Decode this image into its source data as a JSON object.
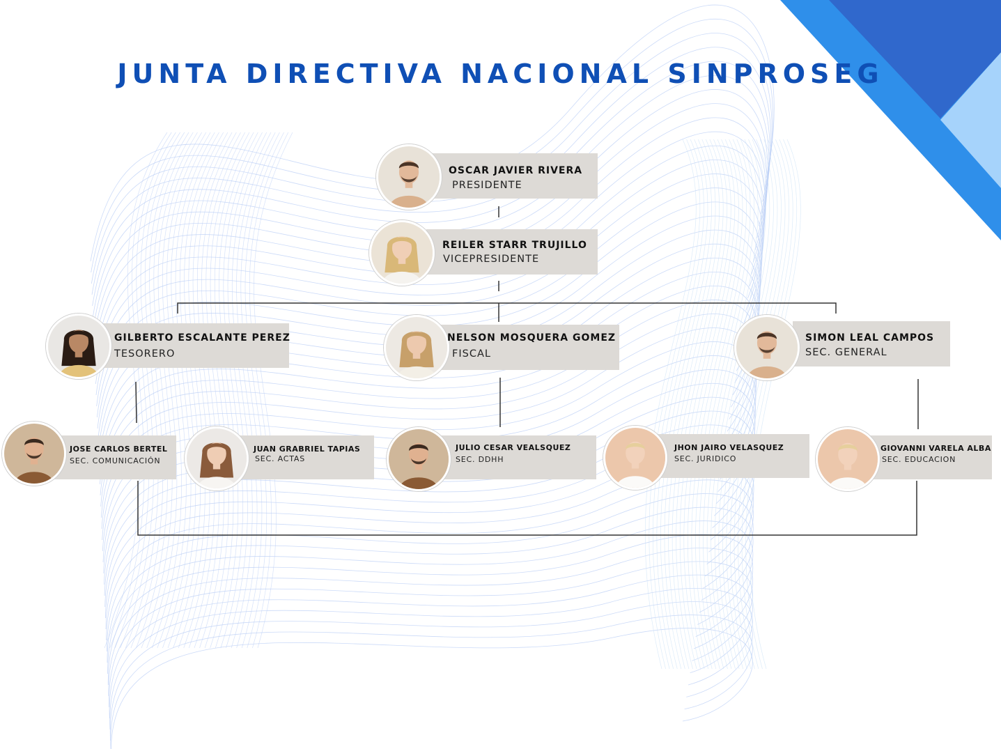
{
  "title": "JUNTA DIRECTIVA NACIONAL SINPROSEG",
  "colors": {
    "title": "#0f4fb5",
    "card_bg": "#dddad6",
    "connector": "#333333",
    "accent_dark": "#3068cc",
    "accent_mid": "#2f8fea",
    "accent_light": "#a6d3fb",
    "wave": "#b9cdf5"
  },
  "members": [
    {
      "id": "oscar",
      "name": "OSCAR JAVIER RIVERA",
      "role": "PRESIDENTE",
      "photo": "man-beard-icon"
    },
    {
      "id": "reiler",
      "name": "REILER STARR TRUJILLO",
      "role": "VICEPRESIDENTE",
      "photo": "woman-blonde-icon"
    },
    {
      "id": "gilberto",
      "name": "GILBERTO ESCALANTE PEREZ",
      "role": "TESORERO",
      "photo": "woman-dark-hair-icon"
    },
    {
      "id": "nelson",
      "name": "NELSON MOSQUERA GOMEZ",
      "role": "FISCAL",
      "photo": "woman-curly-icon"
    },
    {
      "id": "simon",
      "name": "SIMON LEAL CAMPOS",
      "role": "SEC. GENERAL",
      "photo": "man-beard-icon"
    },
    {
      "id": "jose",
      "name": "JOSE CARLOS BERTEL",
      "role": "SEC. COMUNICACIÓN",
      "photo": "man-smiling-icon"
    },
    {
      "id": "juan",
      "name": "JUAN GRABRIEL TAPIAS",
      "role": "SEC. ACTAS",
      "photo": "woman-long-hair-icon"
    },
    {
      "id": "julio",
      "name": "JULIO CESAR VEALSQUEZ",
      "role": "SEC. DDHH",
      "photo": "man-smiling-icon"
    },
    {
      "id": "jhon",
      "name": "JHON JAIRO VELASQUEZ",
      "role": "SEC. JURIDICO",
      "photo": "woman-blonde-bun-icon"
    },
    {
      "id": "giovanni",
      "name": "GIOVANNI VARELA ALBA",
      "role": "SEC. EDUCACION",
      "photo": "woman-blonde-bun-icon"
    }
  ]
}
